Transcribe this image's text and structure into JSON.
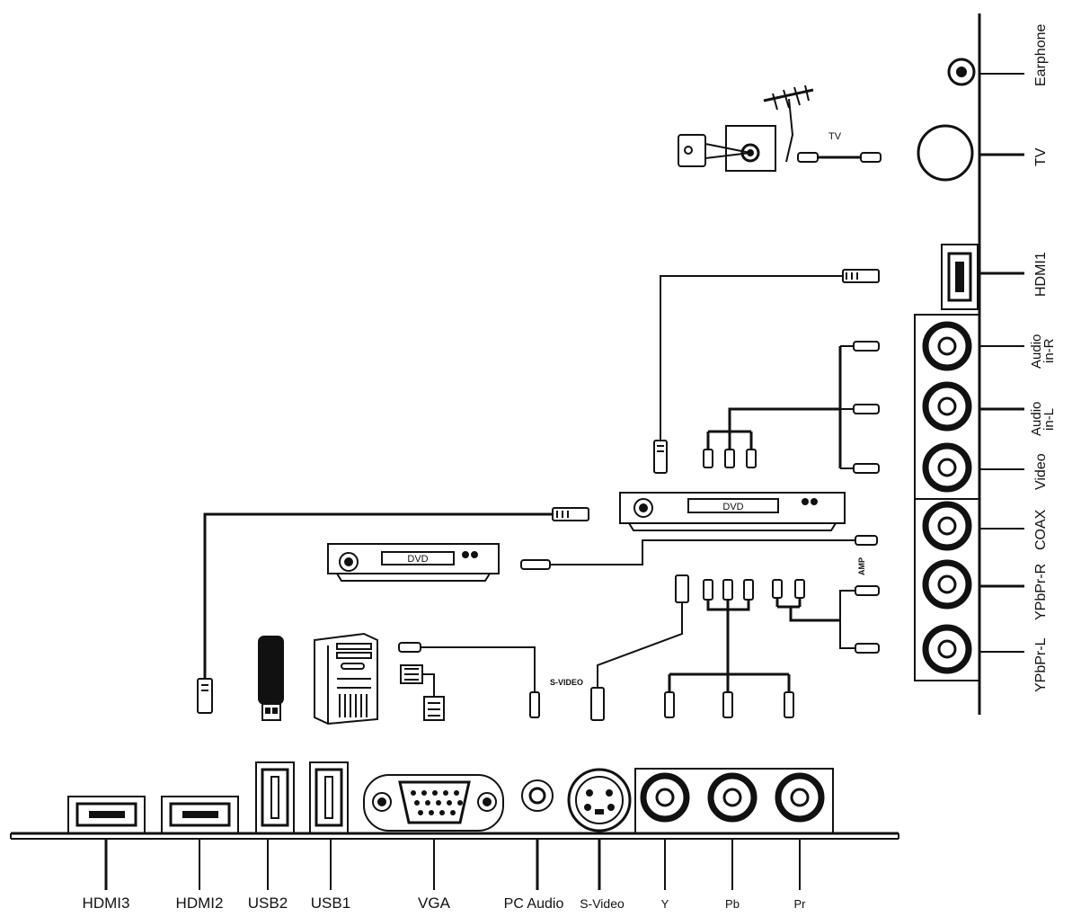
{
  "side_panel": {
    "labels": {
      "earphone": "Earphone",
      "tv": "TV",
      "hdmi1": "HDMI1",
      "audio_in_r_1": "Audio",
      "audio_in_r_2": "in-R",
      "audio_in_l_1": "Audio",
      "audio_in_l_2": "in-L",
      "video": "Video",
      "coax": "COAX",
      "ypbpr_r": "YPbPr-R",
      "ypbpr_l": "YPbPr-L"
    }
  },
  "bottom_panel": {
    "labels": {
      "hdmi3": "HDMI3",
      "hdmi2": "HDMI2",
      "usb2": "USB2",
      "usb1": "USB1",
      "vga": "VGA",
      "pc_audio": "PC Audio",
      "s_video": "S-Video",
      "y": "Y",
      "pb": "Pb",
      "pr": "Pr"
    }
  },
  "devices": {
    "antenna_cable_label": "TV",
    "dvd_upper_label": "DVD",
    "dvd_lower_label": "DVD",
    "svideo_cable_label": "S-VIDEO",
    "amp_label": "AMP"
  }
}
